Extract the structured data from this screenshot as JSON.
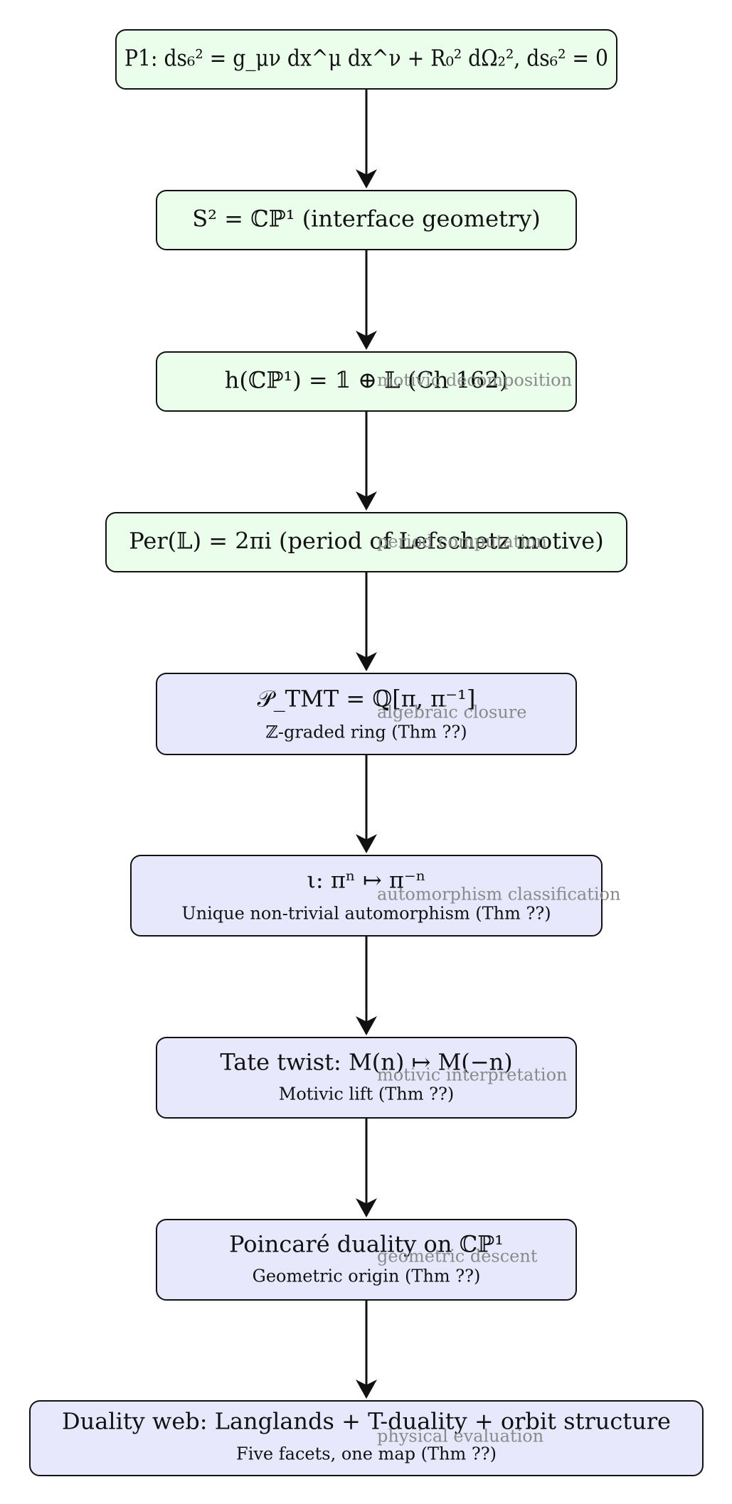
{
  "colors": {
    "green_fill": "#ebfdeb",
    "blue_fill": "#e8e8fd",
    "stroke": "#111111",
    "edge_label": "#8a8a8a"
  },
  "nodes": [
    {
      "fill": "green",
      "title": "P1: ds₆² = g_μν dx^μ dx^ν + R₀² dΩ₂², ds₆² = 0",
      "subtitle": ""
    },
    {
      "fill": "green",
      "title": "S² = ℂℙ¹ (interface geometry)",
      "subtitle": ""
    },
    {
      "fill": "green",
      "title": "h(ℂℙ¹) = 𝟙 ⊕ 𝕃 (Ch 162)",
      "subtitle": ""
    },
    {
      "fill": "green",
      "title": "Per(𝕃) = 2πi (period of Lefschetz motive)",
      "subtitle": ""
    },
    {
      "fill": "blue",
      "title": "𝒫_TMT = ℚ[π, π⁻¹]",
      "subtitle": "ℤ-graded ring (Thm ??)"
    },
    {
      "fill": "blue",
      "title": "ι: πⁿ ↦ π⁻ⁿ",
      "subtitle": "Unique non-trivial automorphism (Thm ??)"
    },
    {
      "fill": "blue",
      "title": "Tate twist: M(n) ↦ M(−n)",
      "subtitle": "Motivic lift (Thm ??)"
    },
    {
      "fill": "blue",
      "title": "Poincaré duality on ℂℙ¹",
      "subtitle": "Geometric origin (Thm ??)"
    },
    {
      "fill": "blue",
      "title": "Duality web: Langlands + T-duality + orbit structure",
      "subtitle": "Five facets, one map (Thm ??)"
    }
  ],
  "edge_labels": [
    "",
    "",
    "motivic decomposition",
    "period computation",
    "algebraic closure",
    "automorphism classification",
    "motivic interpretation",
    "geometric descent",
    "physical evaluation"
  ]
}
